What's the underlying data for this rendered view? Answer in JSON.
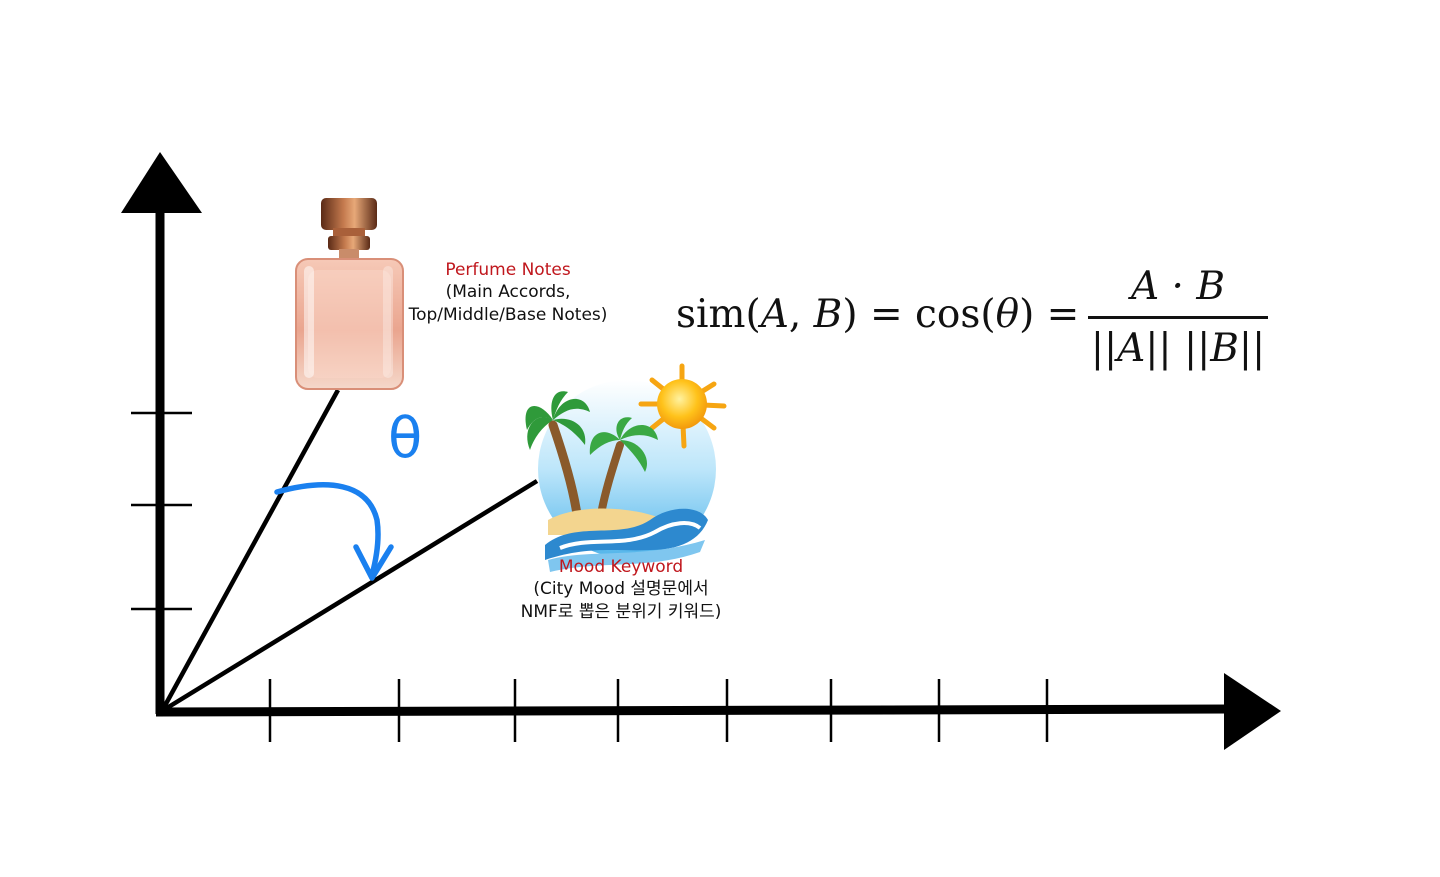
{
  "perfume": {
    "title": "Perfume Notes",
    "line1": "(Main Accords,",
    "line2": "Top/Middle/Base Notes)"
  },
  "mood": {
    "title": "Mood Keyword",
    "line1": "(City Mood 설명문에서",
    "line2": "NMF로 뽑은 분위기 키워드)"
  },
  "angle_symbol": "θ",
  "formula": {
    "lhs_prefix": "sim(",
    "var_a": "A",
    "comma": ", ",
    "var_b": "B",
    "mid": ") = cos(",
    "theta": "θ",
    "rhs_suffix": ") =",
    "numerator": "A · B",
    "den_a": "A",
    "den_b": "B"
  },
  "colors": {
    "axis": "#000000",
    "angle_arc": "#1a80ef",
    "label_title": "#c0171d"
  },
  "icons": {
    "perfume": "perfume-bottle-icon",
    "mood": "tropical-beach-icon"
  }
}
